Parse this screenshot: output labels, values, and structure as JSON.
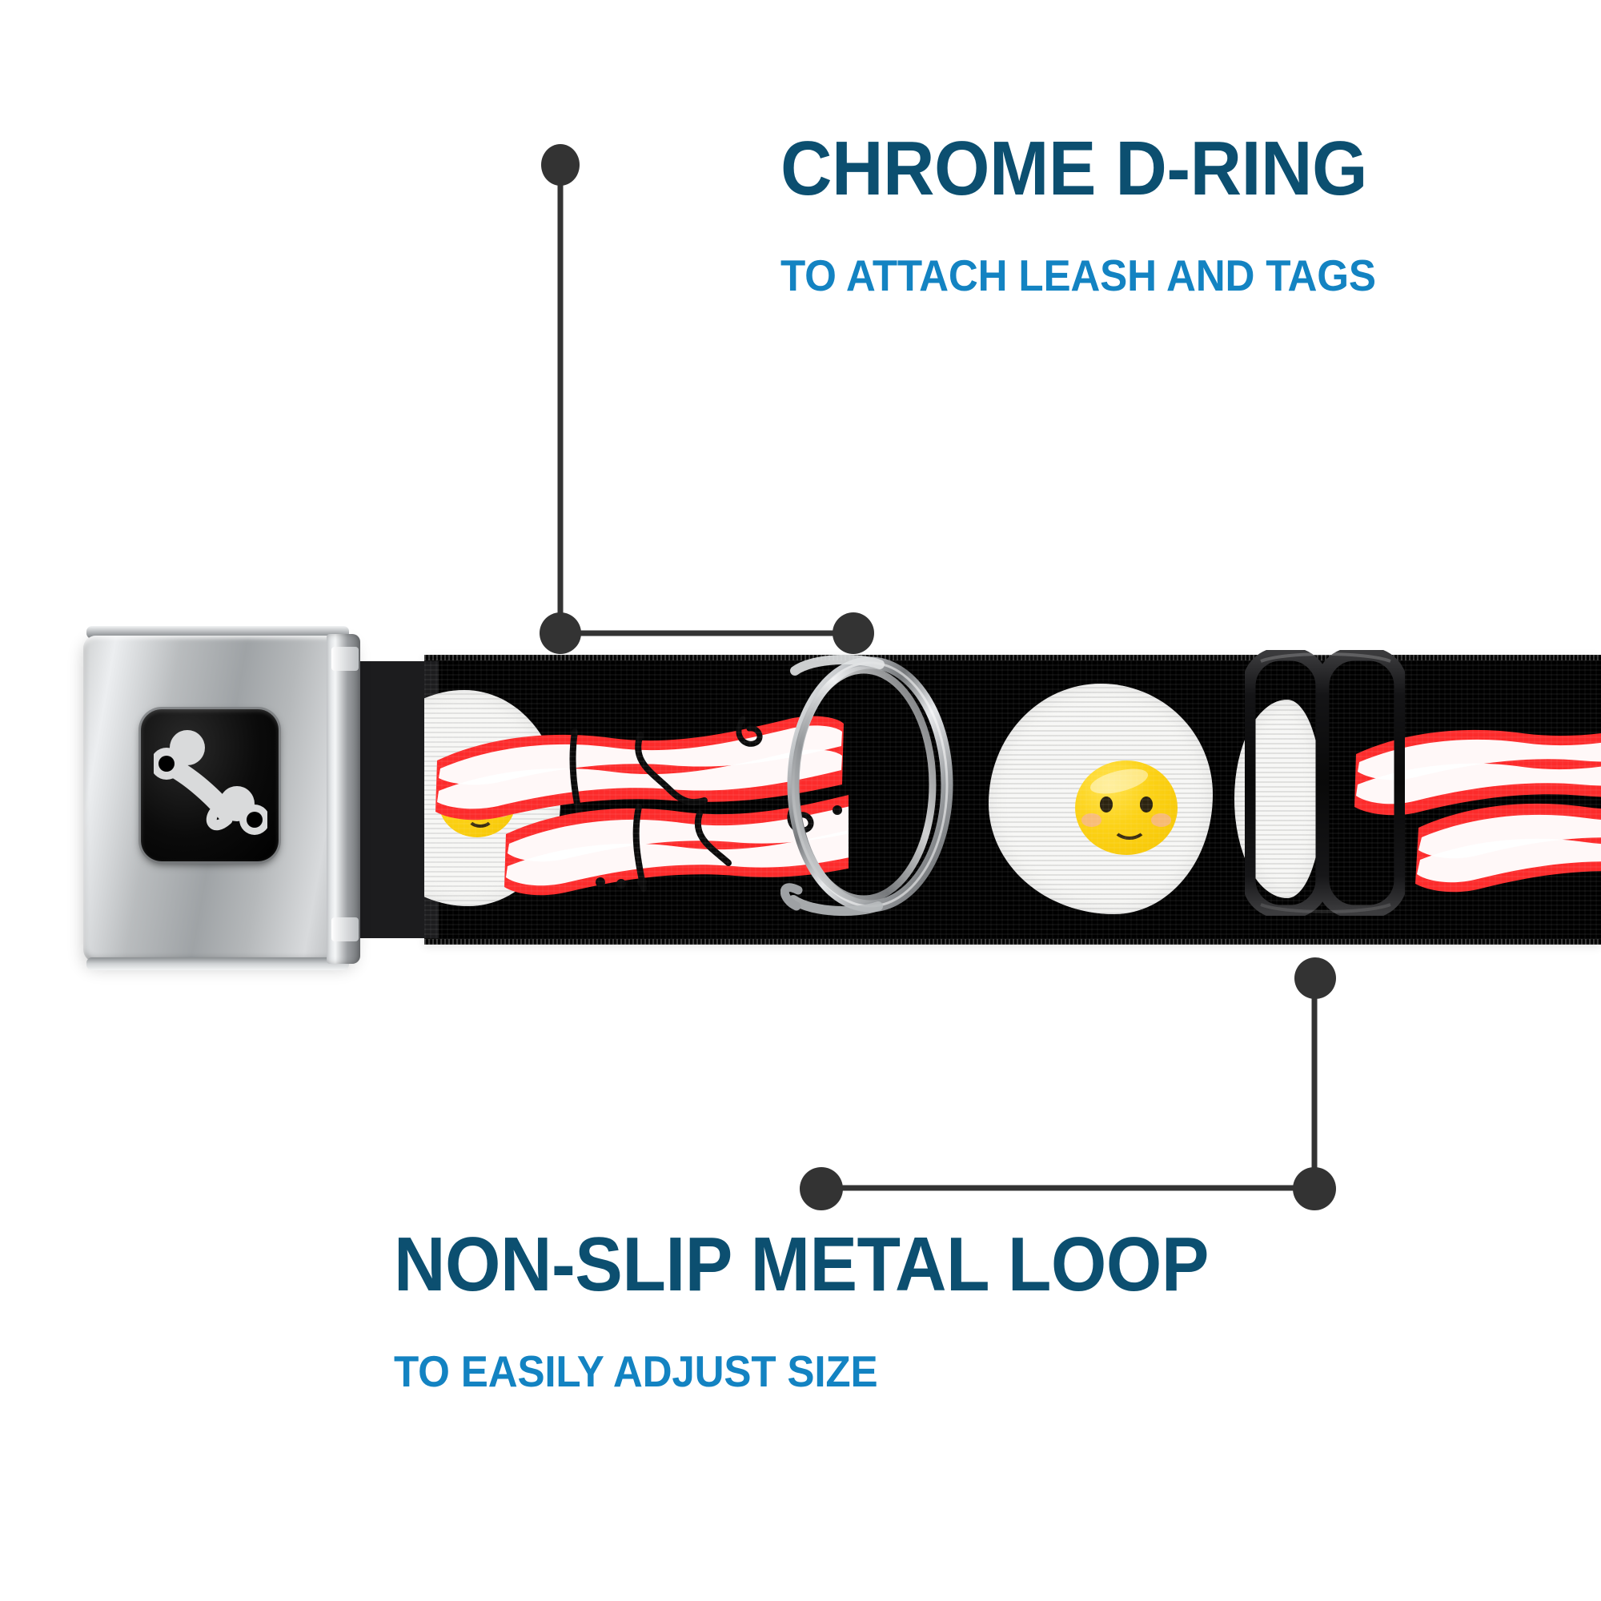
{
  "page": {
    "background_color": "#ffffff",
    "product": "dog collar infographic"
  },
  "callouts": [
    {
      "id": "chrome-d-ring",
      "title": "CHROME D-RING",
      "subtitle": "TO ATTACH LEASH AND TAGS",
      "title_color": "#0c4f70",
      "subtitle_color": "#1383c2",
      "line_color": "#333333",
      "position": "top-right",
      "target": "d-ring"
    },
    {
      "id": "non-slip-metal-loop",
      "title": "NON-SLIP METAL LOOP",
      "subtitle": "TO EASILY ADJUST SIZE",
      "title_color": "#0c4f70",
      "subtitle_color": "#1383c2",
      "line_color": "#333333",
      "position": "bottom-left",
      "target": "metal-loop"
    }
  ],
  "product_parts": {
    "buckle": {
      "name": "seatbelt-style chrome buckle",
      "finish_color": "#b9bcbe",
      "face_color": "#000000",
      "logo": "dog-bone",
      "logo_color": "#d9dadb"
    },
    "strap": {
      "name": "nylon webbing strap",
      "base_color": "#000000",
      "pattern": "fried eggs and bacon strips"
    },
    "d_ring": {
      "name": "chrome D-ring",
      "finish_color": "#c8cbcd"
    },
    "metal_loop": {
      "name": "black non-slip metal adjuster loop",
      "finish_color": "#1a1a1a"
    }
  },
  "pattern_motifs": {
    "egg": {
      "name": "kawaii fried egg",
      "white_color": "#f7f7f5",
      "yolk_color": "#fcd216",
      "cheek_color": "#f7b2a0",
      "face_color": "#2b2310",
      "expression": "smiling"
    },
    "bacon": {
      "name": "bacon strip",
      "meat_color": "#fc2b2b",
      "fat_color": "#ffffff",
      "outline_color": "#0a0a0a"
    }
  }
}
